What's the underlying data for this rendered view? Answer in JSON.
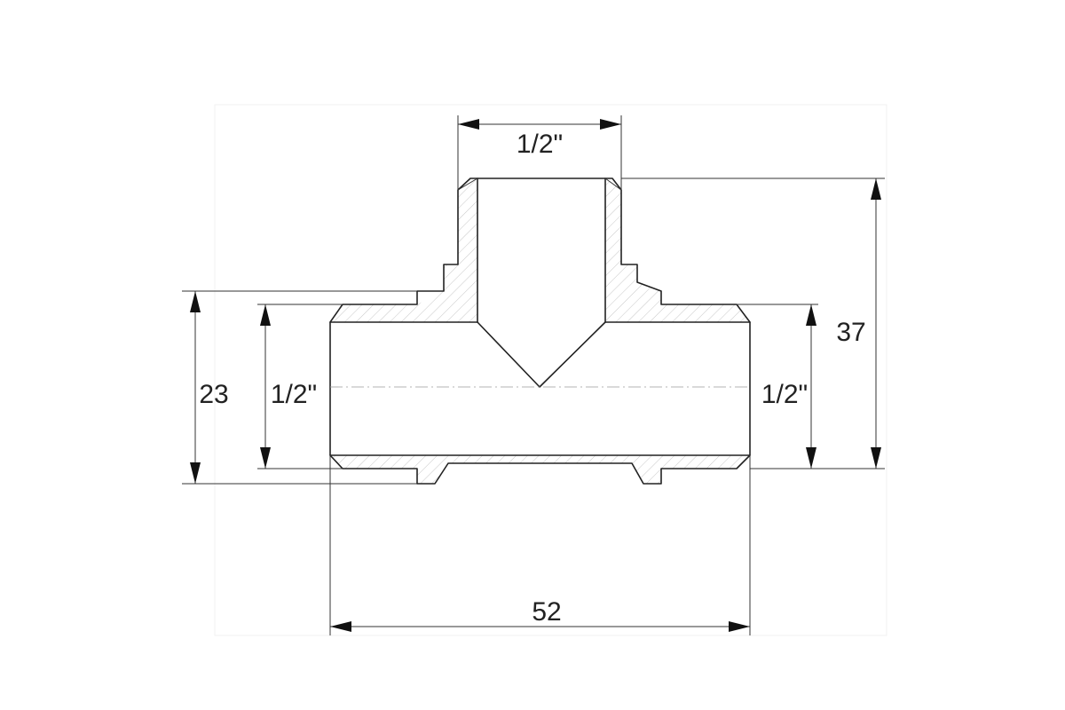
{
  "drawing": {
    "dimensions": {
      "top_thread": "1/2\"",
      "left_thread": "1/2\"",
      "right_thread": "1/2\"",
      "overall_height": "23",
      "branch_height": "37",
      "overall_length": "52"
    }
  }
}
